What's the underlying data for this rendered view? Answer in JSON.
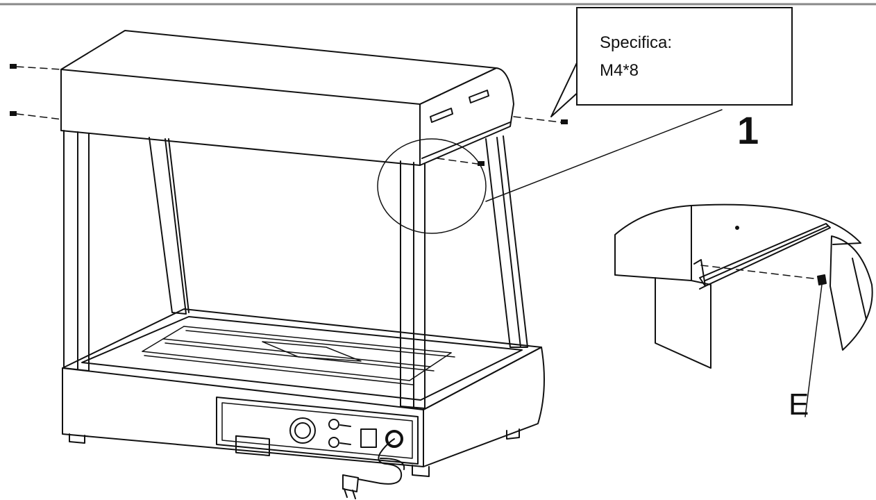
{
  "callout": {
    "line1": "Specifica:",
    "line2": "M4*8"
  },
  "step_number": "1",
  "part_label": "E"
}
